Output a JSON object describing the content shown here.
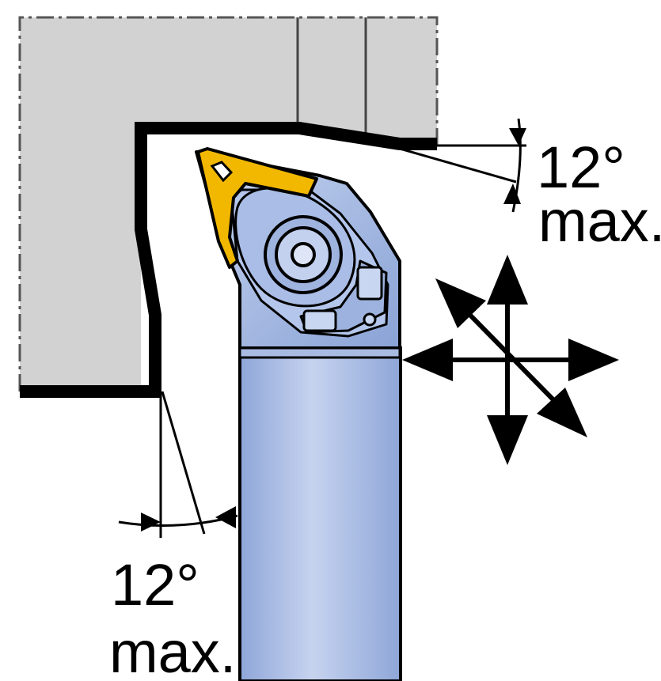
{
  "colors": {
    "workpiece": "#d2d2d2",
    "workpiece_edge": "#000000",
    "holder_light": "#b9c9ea",
    "holder_mid": "#9fb6e2",
    "holder_dark": "#7f98cf",
    "insert": "#f2b800",
    "outline": "#1a1a1a"
  },
  "annotations": {
    "top_angle": "12°",
    "top_max": "max.",
    "bottom_angle": "12°",
    "bottom_max": "max."
  },
  "icons": [
    "feed-direction-arrows-icon",
    "clamp-screw-icon",
    "insert-icon"
  ]
}
